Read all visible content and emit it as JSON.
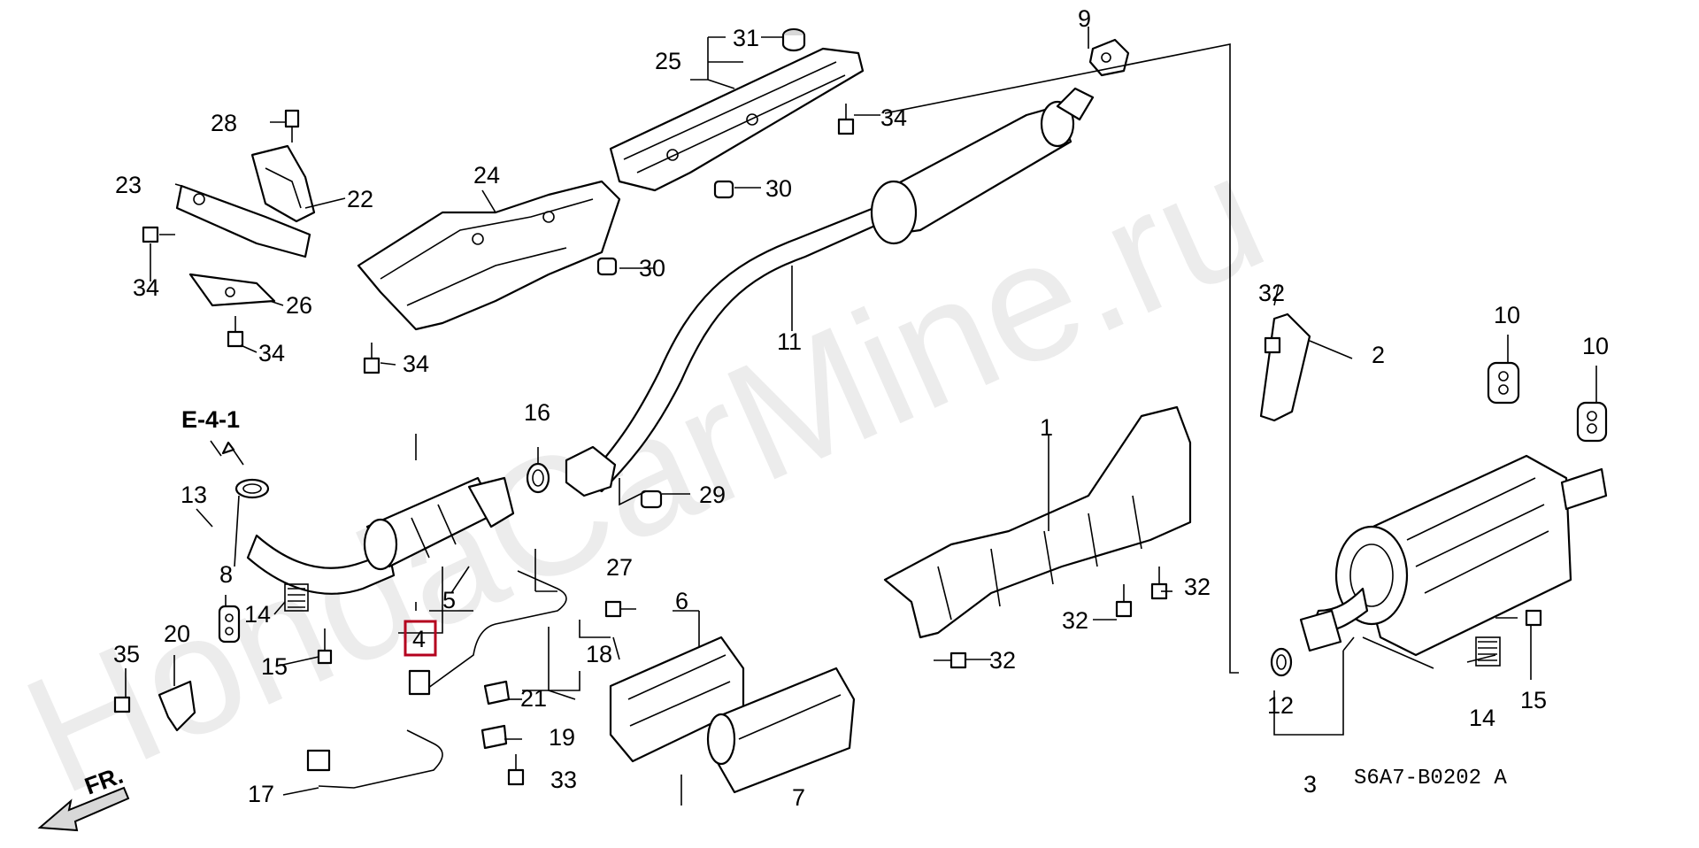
{
  "watermark": "HondaCarMine.ru",
  "diagram_code": "S6A7-B0202 A",
  "reference": "E-4-1",
  "direction": "FR.",
  "selected_part": "4",
  "labels": {
    "l1": "1",
    "l2": "2",
    "l3": "3",
    "l4": "4",
    "l5": "5",
    "l6": "6",
    "l7": "7",
    "l8": "8",
    "l9": "9",
    "l10a": "10",
    "l10b": "10",
    "l11": "11",
    "l12": "12",
    "l13": "13",
    "l14a": "14",
    "l14b": "14",
    "l15a": "15",
    "l15b": "15",
    "l16": "16",
    "l17": "17",
    "l18": "18",
    "l19": "19",
    "l20": "20",
    "l21": "21",
    "l22": "22",
    "l23": "23",
    "l24": "24",
    "l25": "25",
    "l26": "26",
    "l27": "27",
    "l28": "28",
    "l29": "29",
    "l30a": "30",
    "l30b": "30",
    "l31": "31",
    "l32a": "32",
    "l32b": "32",
    "l32c": "32",
    "l32d": "32",
    "l33": "33",
    "l34a": "34",
    "l34b": "34",
    "l34c": "34",
    "l34d": "34",
    "l35": "35"
  }
}
